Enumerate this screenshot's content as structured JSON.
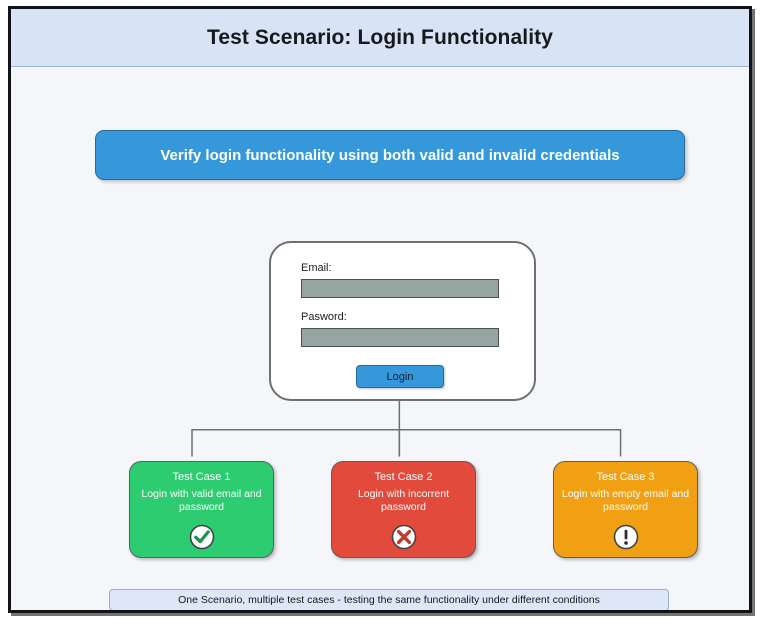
{
  "header": {
    "title": "Test Scenario: Login Functionality"
  },
  "scenario": {
    "banner_text": "Verify login functionality using both valid and invalid credentials",
    "banner_color": "#3498db"
  },
  "login_form": {
    "email_label": "Email:",
    "email_value": "",
    "password_label": "Pasword:",
    "password_value": "",
    "submit_label": "Login",
    "input_fill_color": "#96a5a2"
  },
  "test_cases": [
    {
      "title": "Test Case 1",
      "description": "Login with valid email and password",
      "color": "#2ecc71",
      "icon": "check-circle-icon"
    },
    {
      "title": "Test Case 2",
      "description": "Login with incorrent password",
      "color": "#e24a3b",
      "icon": "x-circle-icon"
    },
    {
      "title": "Test Case 3",
      "description": "Login with empty email and password",
      "color": "#f0a012",
      "icon": "exclamation-circle-icon"
    }
  ],
  "footer": {
    "note": "One Scenario, multiple test cases - testing the same functionality under different conditions"
  }
}
